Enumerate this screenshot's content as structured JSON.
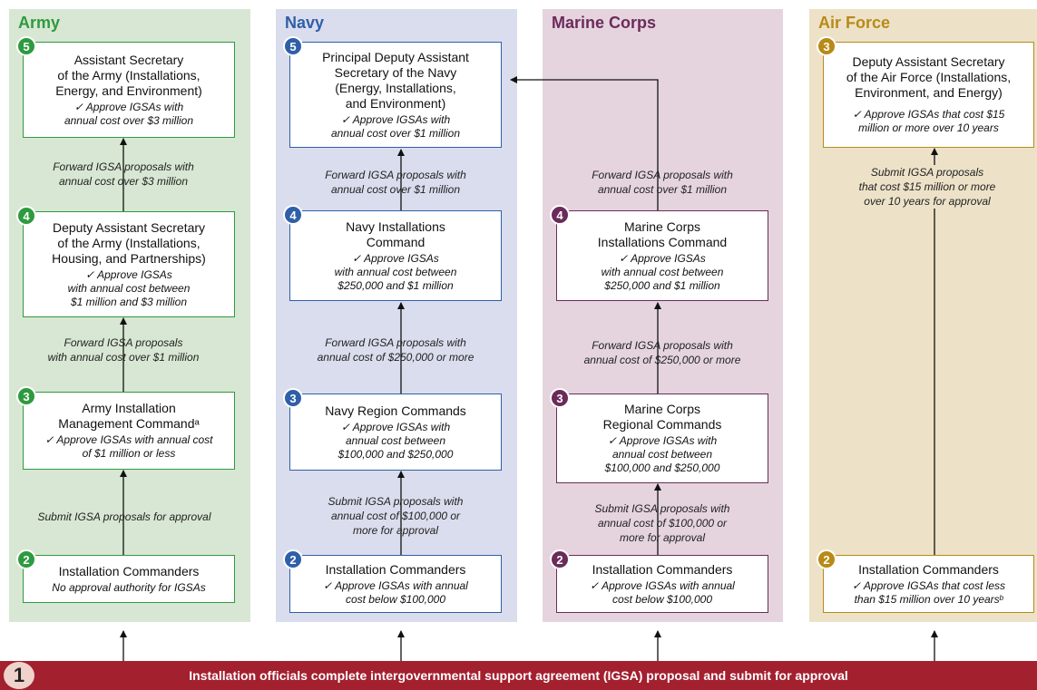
{
  "colors": {
    "army_bg": "#d8e7d3",
    "army_accent": "#2e9a3f",
    "navy_bg": "#dadded",
    "navy_accent": "#2f5fa8",
    "marine_bg": "#e5d4de",
    "marine_accent": "#6b2b5a",
    "airforce_bg": "#ede2c8",
    "airforce_accent": "#b88a16",
    "bottom_bar": "#a3202f"
  },
  "columns": {
    "army": {
      "title": "Army",
      "box5": {
        "num": "5",
        "title": "Assistant Secretary\nof the Army (Installations,\nEnergy, and Environment)",
        "desc": "✓ Approve IGSAs with\nannual cost over $3 million"
      },
      "note_5": "Forward IGSA proposals with\nannual cost over $3 million",
      "box4": {
        "num": "4",
        "title": "Deputy Assistant Secretary\nof the Army (Installations,\nHousing, and Partnerships)",
        "desc": "✓ Approve IGSAs\nwith annual cost between\n$1 million and $3 million"
      },
      "note_4": "Forward IGSA proposals\nwith annual cost over $1 million",
      "box3": {
        "num": "3",
        "title": "Army Installation\nManagement Commandᵃ",
        "desc": "✓ Approve IGSAs with annual cost\nof $1 million or less"
      },
      "note_3": "Submit IGSA proposals for approval",
      "box2": {
        "num": "2",
        "title": "Installation Commanders",
        "desc": "No approval authority for IGSAs"
      }
    },
    "navy": {
      "title": "Navy",
      "box5": {
        "num": "5",
        "title": "Principal Deputy Assistant\nSecretary of the Navy\n(Energy, Installations,\nand Environment)",
        "desc": "✓ Approve IGSAs with\nannual cost over $1 million"
      },
      "note_5": "Forward IGSA proposals with\nannual cost over $1 million",
      "box4": {
        "num": "4",
        "title": "Navy Installations\nCommand",
        "desc": "✓ Approve IGSAs\nwith annual cost between\n$250,000 and $1 million"
      },
      "note_4": "Forward IGSA proposals with\nannual cost of $250,000 or more",
      "box3": {
        "num": "3",
        "title": "Navy Region Commands",
        "desc": "✓ Approve IGSAs with\nannual cost between\n$100,000 and $250,000"
      },
      "note_3": "Submit IGSA proposals with\nannual cost of $100,000 or\nmore for approval",
      "box2": {
        "num": "2",
        "title": "Installation Commanders",
        "desc": "✓ Approve IGSAs with annual\ncost below $100,000"
      }
    },
    "marine": {
      "title": "Marine Corps",
      "note_5": "Forward IGSA proposals with\nannual cost over $1 million",
      "box4": {
        "num": "4",
        "title": "Marine Corps\nInstallations Command",
        "desc": "✓ Approve IGSAs\nwith annual cost between\n$250,000 and $1 million"
      },
      "note_4": "Forward IGSA proposals with\nannual cost of $250,000 or more",
      "box3": {
        "num": "3",
        "title": "Marine Corps\nRegional Commands",
        "desc": "✓ Approve IGSAs with\nannual cost between\n$100,000 and $250,000"
      },
      "note_3": "Submit IGSA proposals with\nannual cost of $100,000 or\nmore for approval",
      "box2": {
        "num": "2",
        "title": "Installation Commanders",
        "desc": "✓ Approve IGSAs with annual\ncost below $100,000"
      }
    },
    "airforce": {
      "title": "Air Force",
      "box3": {
        "num": "3",
        "title": "Deputy Assistant Secretary\nof the Air Force (Installations,\nEnvironment, and Energy)",
        "desc": "✓ Approve IGSAs that cost $15\nmillion or more over 10 years"
      },
      "note_3": "Submit IGSA proposals\nthat cost $15 million or more\nover 10 years for approval",
      "box2": {
        "num": "2",
        "title": "Installation Commanders",
        "desc": "✓ Approve IGSAs that cost less\nthan $15 million over 10 yearsᵇ"
      }
    }
  },
  "bottom": {
    "num": "1",
    "text": "Installation officials complete intergovernmental support agreement (IGSA) proposal and submit for approval"
  }
}
